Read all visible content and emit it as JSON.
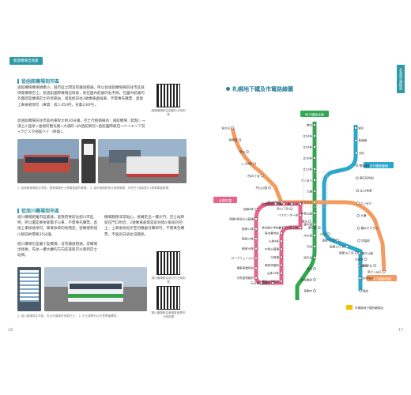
{
  "left": {
    "chip": "乾貨機場出境處",
    "sec1_title": "從函館機場到市區",
    "sec1_p1": "函館機場機場規模小，與市區之間沒有鐵道相通，所以從函館機場要前往市區就得靠機場巴士。從函館國際機場出境後，就在國內航廈的右手側，在國內航廈的外面即是機場巴士的停靠站，請直接前往3號乘車處候車，不需事先購票，直接上車按號領可（車資：成人450円，兒童230円）。",
    "sec1_p2": "從函館機場前往市區約車程大約30分鐘，巴士行經路線為：函館機場（起點）→湯之川溫泉→金堀町觀光路→大森町→JR函館駅前→函館國際飯店→ベイエリア前→ラビスタ函館ベイ（終點）。",
    "qr1_cap": "函館機場前往函館巴士時刻表",
    "photos1_cap": "1. 從函館機場前往市區，搭乘機場巴士是最直接的選擇。 2. 從JR函館駅前往函館機場，可在巴士總站的11號乘車處候車。",
    "sec2_title": "從旭川機場到市區",
    "sec2_p1": "旭川機場距離市區最遠，當我們要前往旭川市區時，所以還是要依靠電子公車，不需事先購票，直接上車按號領可，車資依目的地而定，從機場到旭川駅前約需要35分鐘。",
    "sec2_p2": "旭川機場也是屬小型機場，沒有鐵道相通，從機場出境後，先往一樓大廳的方向前進就可以看到巴士站牌。",
    "sec2_p3": "機場服務非常貼心，接著走出一樓大門，巴士站牌就在門口附近，2號乘車處即是前往旭川駅前的巴士，上車後依指示至司機處付費即可，不需事先購票，不會說日語也沒關係。",
    "qr2_cap": "旭川機場前往旭川巴士時刻表",
    "qr3_cap": "旭川機場前往美瑛富良野巴士時刻表",
    "photos2_cap": "1. 旭川機場前往市區，可以在機場外搭乘巴士。 2. 巴士車票可以在售票機購買。",
    "page_num": "16"
  },
  "right": {
    "title": "札幌地下鐵及市電路線圖",
    "side_tab": "北海道交通指南",
    "page_num": "17",
    "legend": "市電與地下鐵的轉乘站",
    "lines": {
      "namboku": "地下鐵南北線",
      "toho": "地下鐵東豐線",
      "tozai": "地下鐵東西線",
      "streetcar": "札幌市電"
    },
    "colors": {
      "namboku": "#2fa84f",
      "toho": "#2aa7c9",
      "tozai": "#f39a5e",
      "streetcar": "#e8638a",
      "legend": "#f2c200"
    },
    "namboku_stations": [
      "麻生",
      "北34条",
      "北24条",
      "北18条",
      "北12条",
      "さっぽろ",
      "大通",
      "すすきの",
      "中島公園",
      "幌平橋",
      "中の島",
      "平岸",
      "南平岸",
      "澄川",
      "自衛隊前",
      "真駒内"
    ],
    "toho_stations": [
      "栄町",
      "新道東",
      "元町",
      "環状通東",
      "東区役所前",
      "北13条東",
      "さっぽろ",
      "大通",
      "豊水すすきの",
      "学園前",
      "豊平公園",
      "美園",
      "月寒中央",
      "福住"
    ],
    "tozai_stations": [
      "宮の沢",
      "発寒南",
      "琴似",
      "二十四軒",
      "西28丁目",
      "円山公園",
      "西18丁目",
      "西11丁目",
      "バスセンター前",
      "菊水",
      "東札幌",
      "白石",
      "南郷7丁目",
      "南郷13丁目",
      "南郷18丁目",
      "大谷地",
      "ひばりが丘",
      "新さっぽろ"
    ],
    "streetcar_stations": [
      "西4丁目",
      "西8丁目",
      "中央区役所前",
      "西15丁目",
      "西線6条",
      "西線9条旭山公園通",
      "西線11条",
      "西線14条",
      "西線16条",
      "ロープウェイ入口",
      "電車事業所前",
      "中央図書館前",
      "石山通",
      "東屋町",
      "幌南小学校前",
      "山鼻19条",
      "静修学園前",
      "行啓通",
      "中島公園通",
      "山鼻9条",
      "東本願寺前",
      "資生館小学校前",
      "すすきの",
      "狸小路"
    ]
  }
}
